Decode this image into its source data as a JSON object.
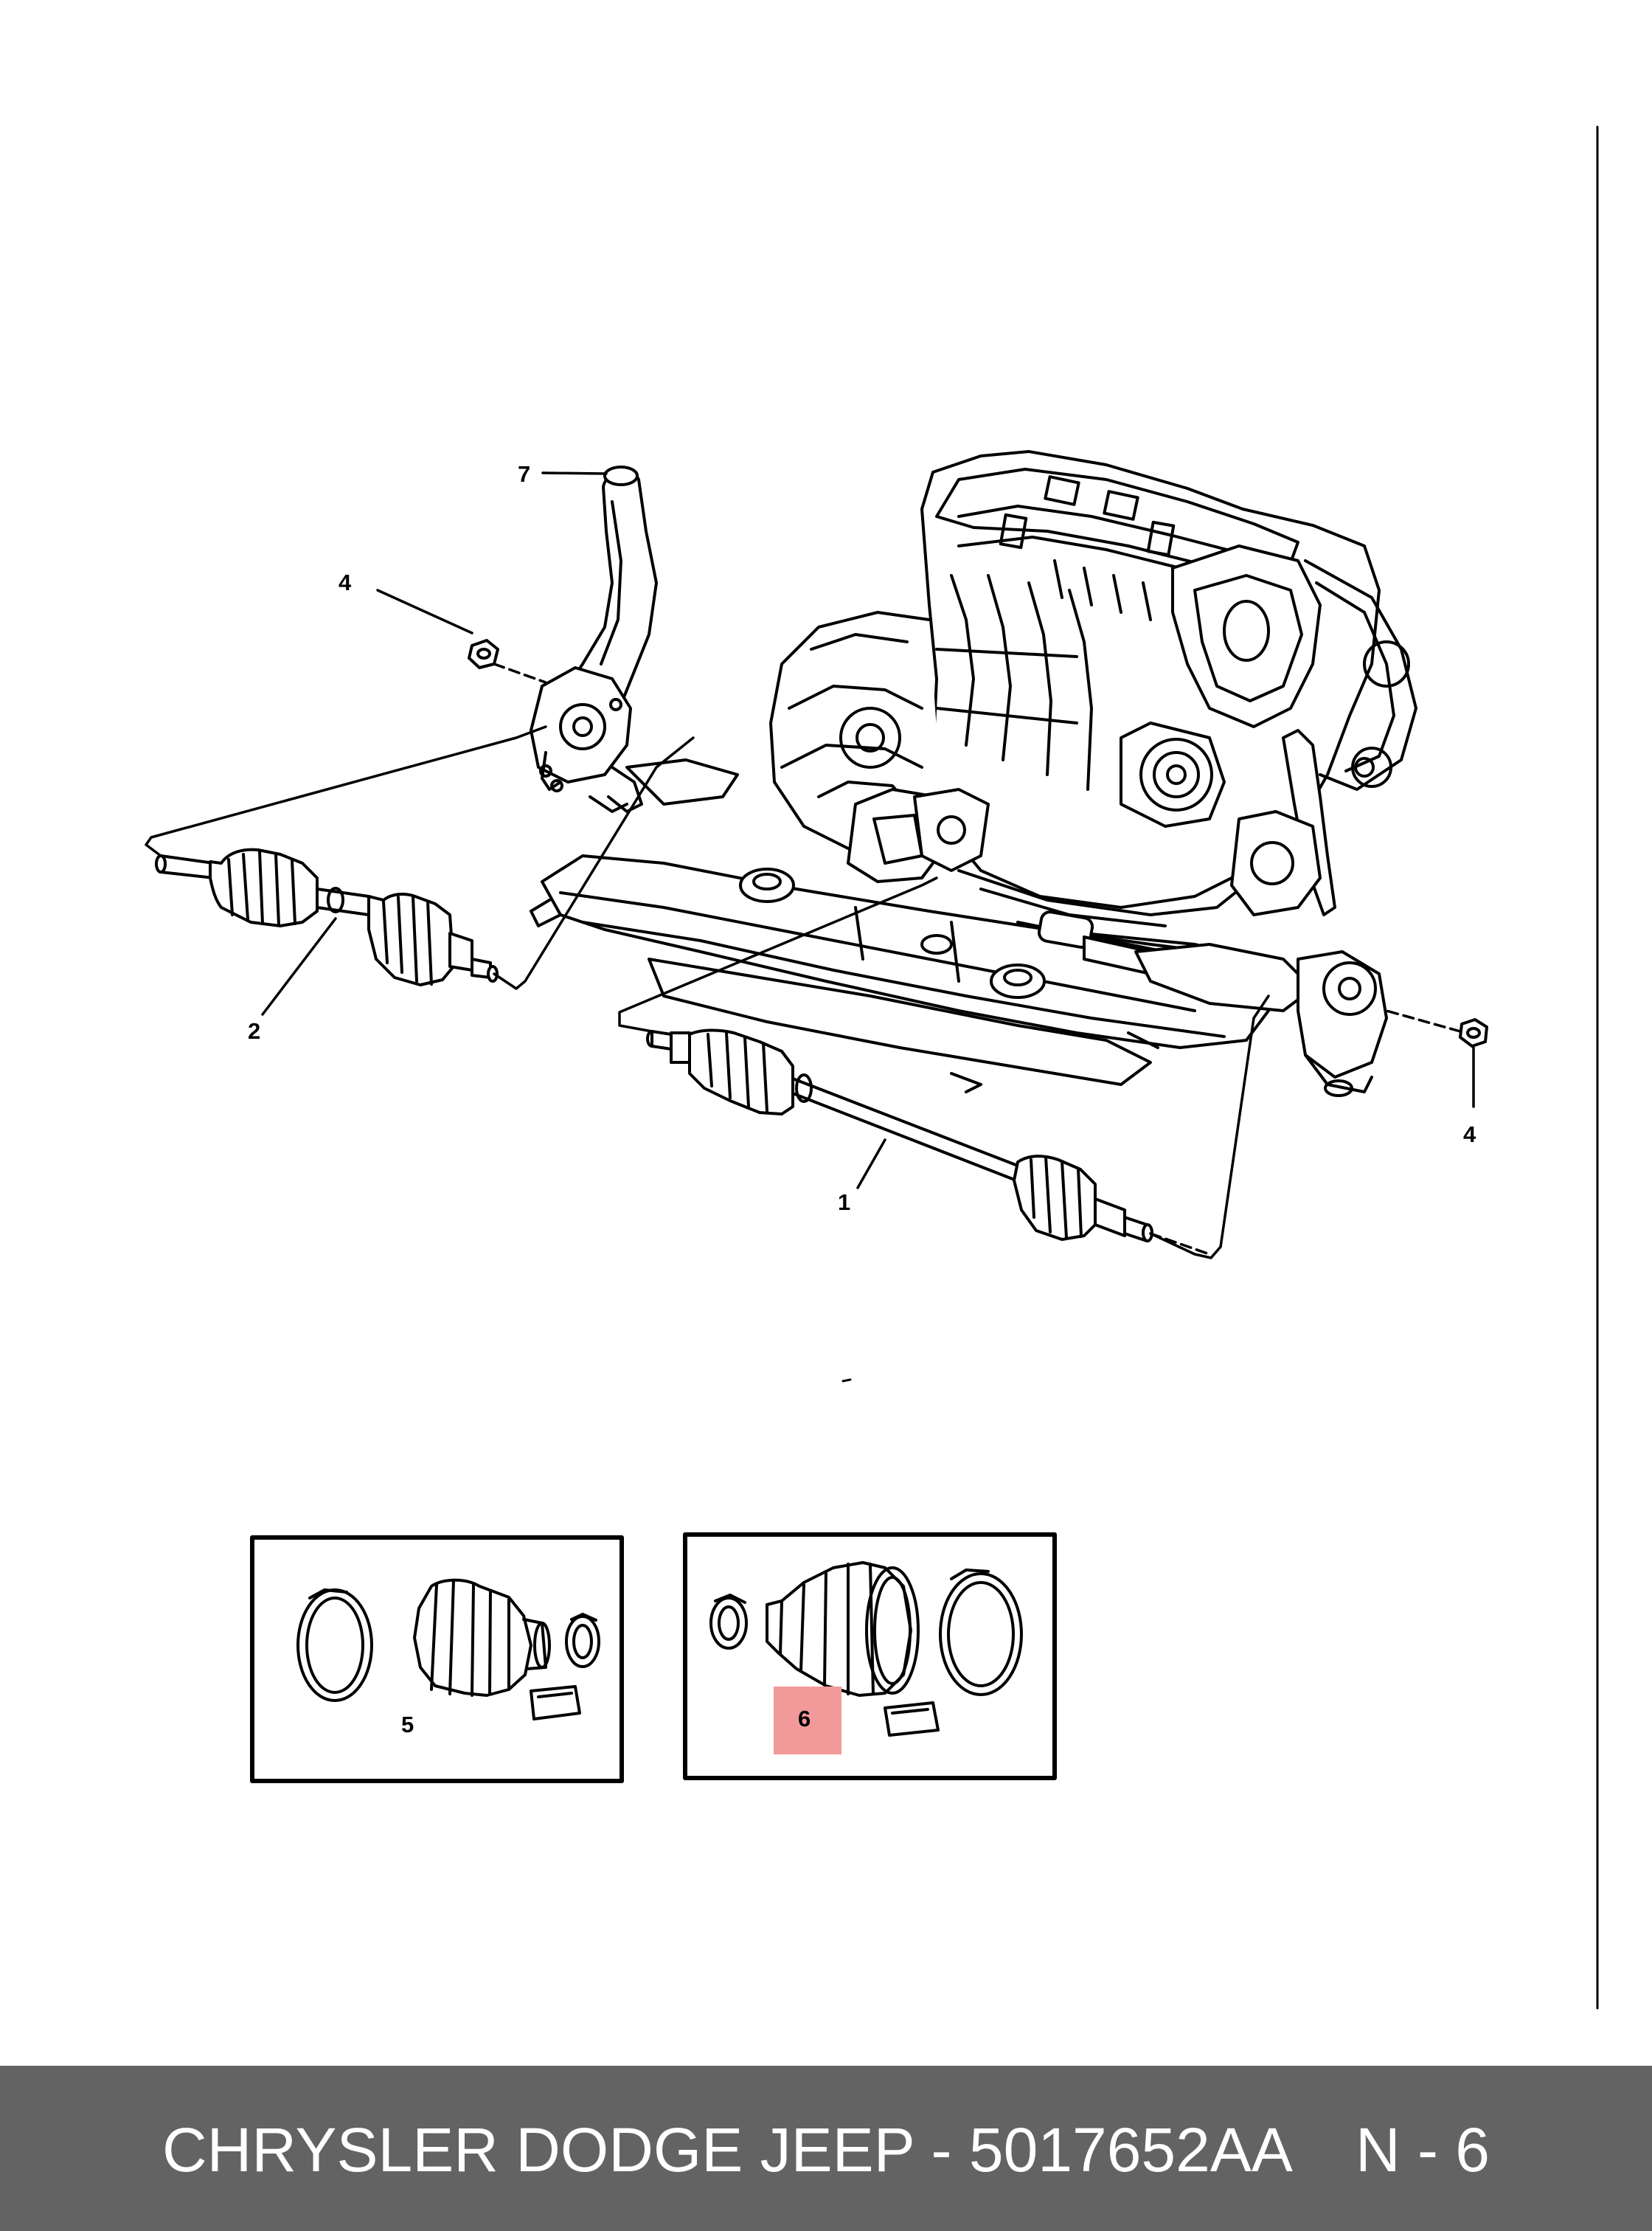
{
  "callouts": {
    "c1": "1",
    "c2": "2",
    "c4_left": "4",
    "c4_right": "4",
    "c5": "5",
    "c6": "6",
    "c7": "7"
  },
  "highlight": {
    "part": "6",
    "color": "#f29a9a"
  },
  "footer": {
    "part_text": "CHRYSLER DODGE JEEP - 5017652AA",
    "page_text": "N - 6",
    "background": "#636363",
    "text_color": "#ffffff"
  }
}
